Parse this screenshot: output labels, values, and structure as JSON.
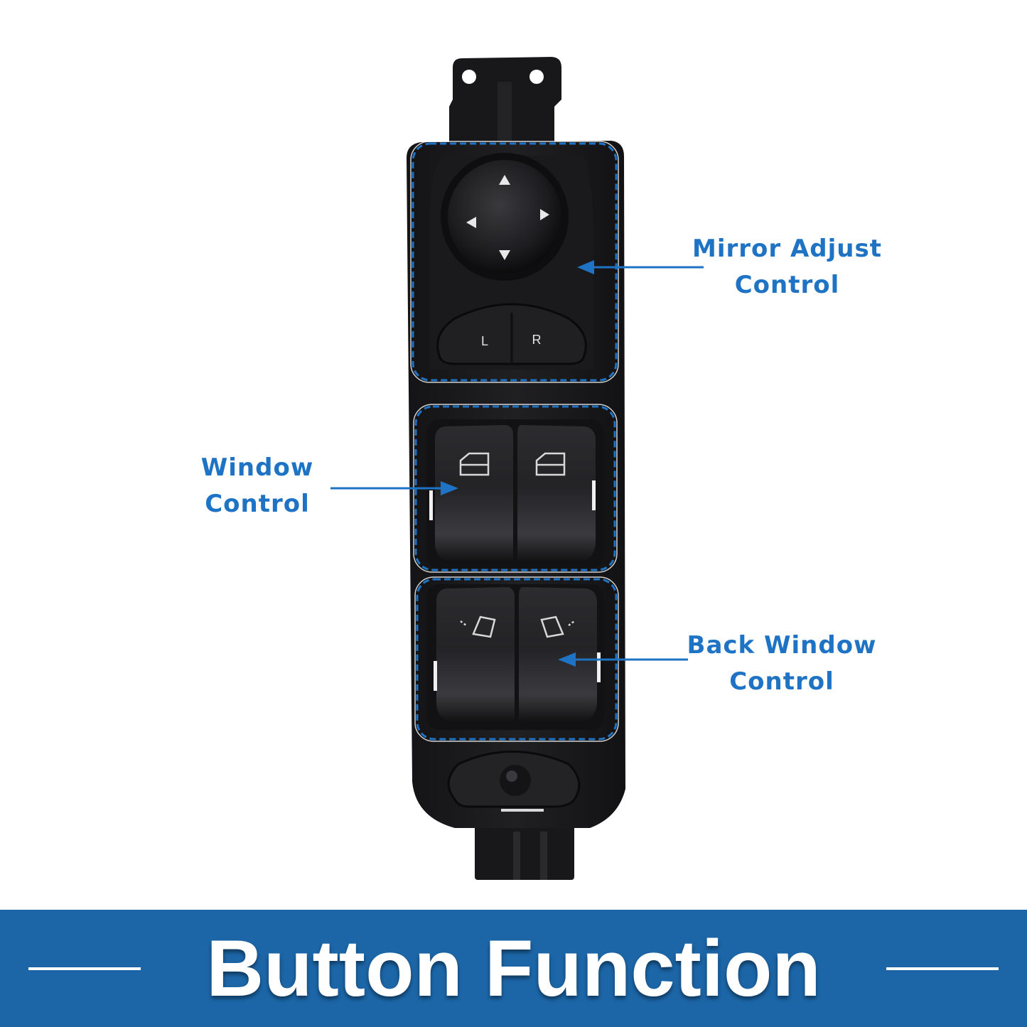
{
  "callouts": {
    "mirror_line1": "Mirror Adjust",
    "mirror_line2": "Control",
    "window_line1": "Window",
    "window_line2": "Control",
    "back_line1": "Back Window",
    "back_line2": "Control"
  },
  "switch_labels": {
    "left": "L",
    "right": "R"
  },
  "banner": {
    "title": "Button Function"
  },
  "colors": {
    "accent_blue": "#1f73c4",
    "banner_blue": "#1c66a8",
    "switch_body": "#1b1b1d"
  },
  "icons": [
    "mirror-joystick-icon",
    "window-up-icon",
    "rear-window-icon",
    "lock-button-icon"
  ]
}
